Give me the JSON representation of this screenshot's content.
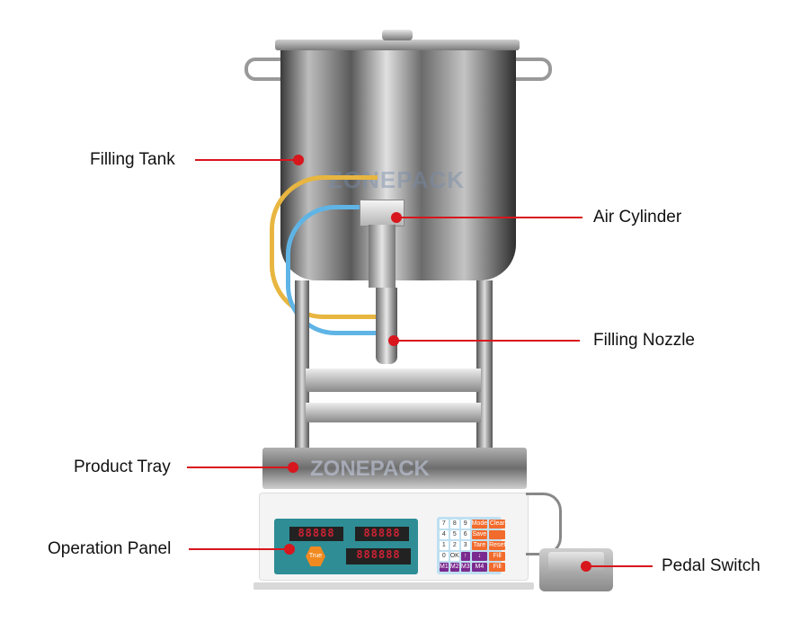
{
  "diagram": {
    "brand_watermark": "ZONEPACK",
    "accent_color": "#d8161d",
    "labels": [
      {
        "id": "filling-tank",
        "text": "Filling Tank"
      },
      {
        "id": "air-cylinder",
        "text": "Air Cylinder"
      },
      {
        "id": "filling-nozzle",
        "text": "Filling Nozzle"
      },
      {
        "id": "product-tray",
        "text": "Product Tray"
      },
      {
        "id": "operation-panel",
        "text": "Operation Panel"
      },
      {
        "id": "pedal-switch",
        "text": "Pedal Switch"
      }
    ],
    "panel": {
      "display1": "88888",
      "display2": "88888",
      "display3": "888888",
      "badge": "True"
    },
    "keypad": {
      "keys": [
        "7",
        "8",
        "9",
        "Mode",
        "Clear",
        "4",
        "5",
        "6",
        "Save",
        "",
        "1",
        "2",
        "3",
        "Tare",
        "Reset",
        "0",
        "OK",
        "↑",
        "↓",
        "Fill",
        "M1",
        "M2",
        "M3",
        "M4",
        "Fill"
      ]
    }
  }
}
